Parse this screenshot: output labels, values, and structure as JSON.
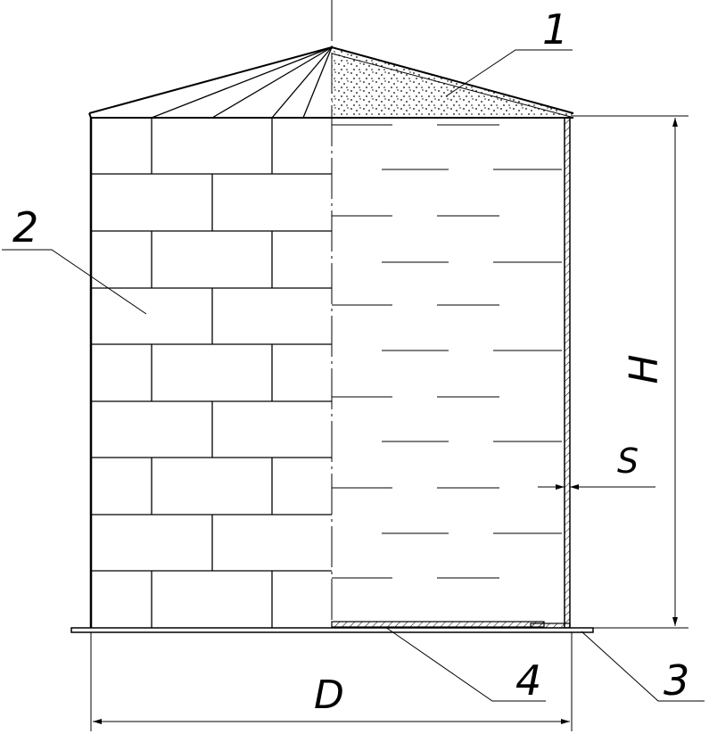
{
  "callouts": {
    "roof": "1",
    "wall": "2",
    "edge_ring": "3",
    "bottom": "4"
  },
  "dimensions": {
    "height": "H",
    "diameter": "D",
    "wall_thickness": "S"
  },
  "colors": {
    "line": "#000000",
    "background": "#ffffff"
  }
}
